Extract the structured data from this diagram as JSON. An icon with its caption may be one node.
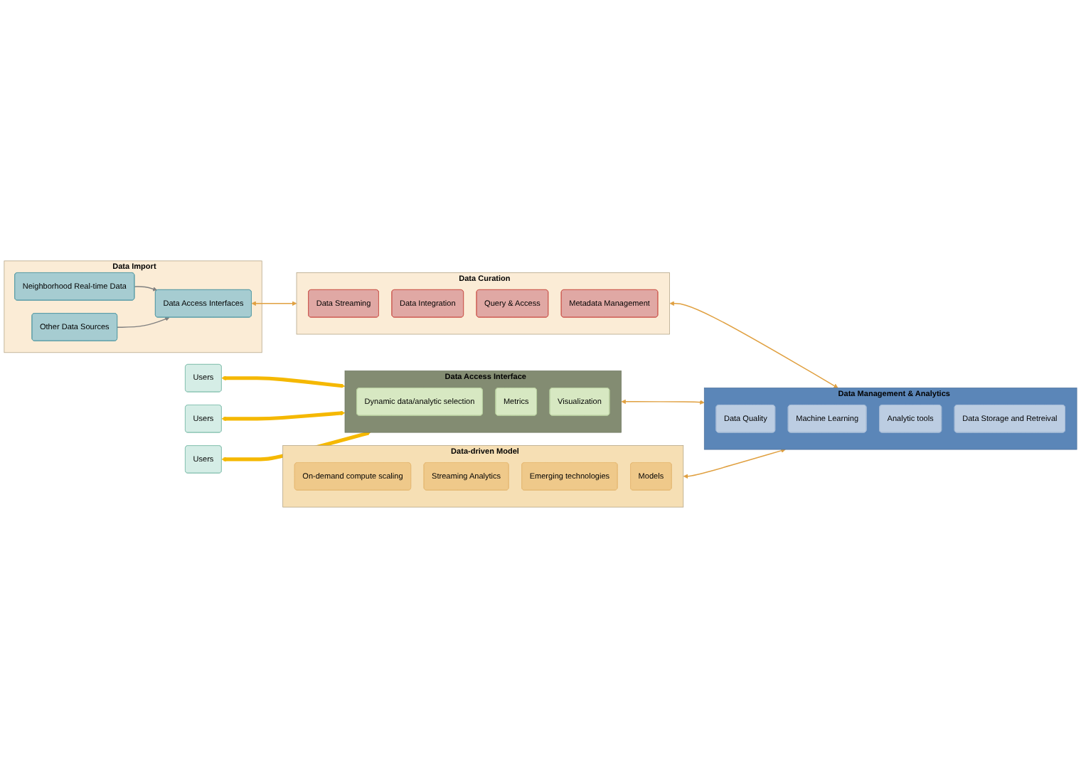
{
  "diagram": {
    "nodes": [
      {
        "text": [
          "Users"
        ]
      },
      {
        "text": [
          "Users"
        ]
      },
      {
        "text": [
          "Users"
        ]
      },
      {
        "text": [
          "Data Access Interface"
        ]
      },
      {
        "text": [
          "Dynamic data/analytic selection"
        ],
        "in": 3
      },
      {
        "text": [
          "Metrics"
        ],
        "in": 3
      },
      {
        "text": [
          "Visualization"
        ],
        "in": 3
      },
      {
        "text": [
          "Data-driven Model"
        ]
      },
      {
        "text": [
          "On-demand compute scaling"
        ],
        "in": 7
      },
      {
        "text": [
          "Streaming Analytics"
        ],
        "in": 7
      },
      {
        "text": [
          "Emerging technologies"
        ],
        "in": 7
      },
      {
        "text": [
          "Models"
        ],
        "in": 7
      },
      {
        "text": [
          "Data Import"
        ]
      },
      {
        "text": [
          "Neighborhood Real-time Data"
        ],
        "in": 12
      },
      {
        "text": [
          "Data Access Interfaces"
        ],
        "in": 12
      },
      {
        "text": [
          "Other Data Sources"
        ],
        "in": 12
      },
      {
        "text": [
          "Data Curation"
        ]
      },
      {
        "text": [
          "Data Streaming"
        ],
        "in": 16
      },
      {
        "text": [
          "Data Integration"
        ],
        "in": 16
      },
      {
        "text": [
          "Query & Access"
        ],
        "in": 16
      },
      {
        "text": [
          "Metadata Management"
        ],
        "in": 16
      },
      {
        "text": [
          "Data Management & Analytics"
        ]
      },
      {
        "text": [
          "Data Quality"
        ],
        "in": 21
      },
      {
        "text": [
          "Machine Learning"
        ],
        "in": 21
      },
      {
        "text": [
          "Analytic tools"
        ],
        "in": 21
      },
      {
        "text": [
          "Data Storage and Retreival"
        ],
        "in": 21
      }
    ],
    "edges": [
      {
        "from": 0,
        "to": 3,
        "arrow": "both",
        "style": "thick",
        "color": "#f5b800"
      },
      {
        "from": 1,
        "to": 3,
        "arrow": "both",
        "style": "thick",
        "color": "#f5b800"
      },
      {
        "from": 2,
        "to": 3,
        "arrow": "both",
        "style": "thick",
        "color": "#f5b800"
      },
      {
        "from": 13,
        "to": 14,
        "arrow": "to",
        "color": "#808080"
      },
      {
        "from": 15,
        "to": 14,
        "arrow": "to",
        "color": "#808080"
      },
      {
        "from": 14,
        "to": 16,
        "arrow": "both"
      },
      {
        "from": 16,
        "to": 21,
        "arrow": "both"
      },
      {
        "from": 3,
        "to": 21,
        "arrow": "both"
      },
      {
        "from": 7,
        "to": 21,
        "arrow": "both"
      }
    ]
  }
}
